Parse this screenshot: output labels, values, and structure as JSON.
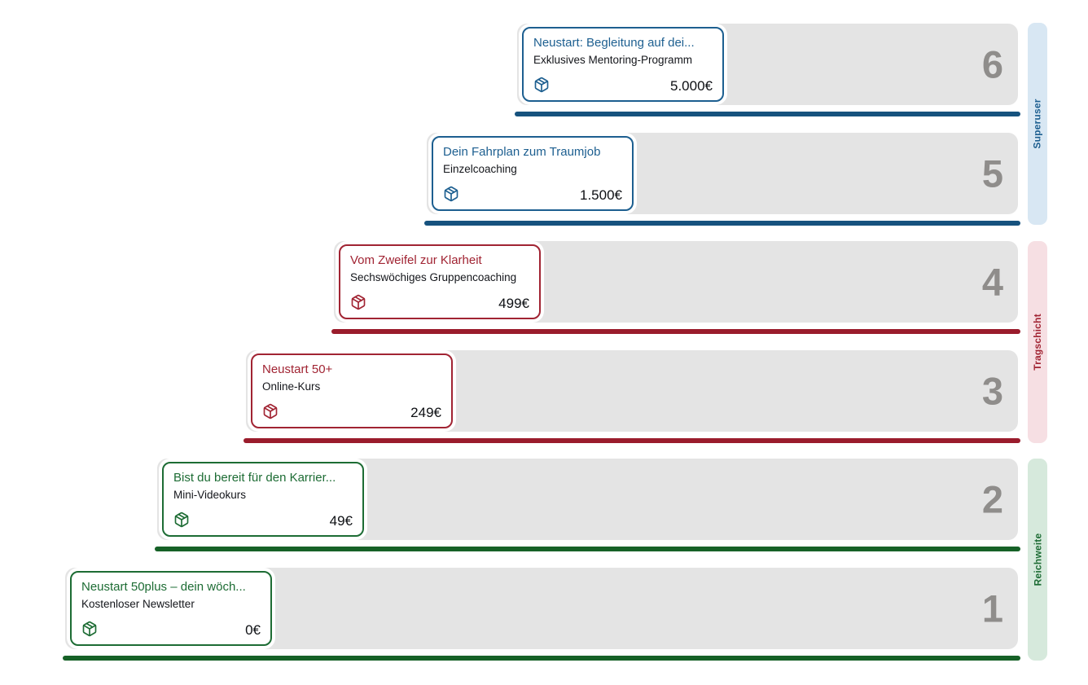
{
  "ladder": {
    "levels": [
      {
        "number": "6",
        "title": "Neustart: Begleitung auf dei...",
        "subtitle": "Exklusives Mentoring-Programm",
        "price": "5.000€",
        "icon": "package-icon",
        "group": "superuser"
      },
      {
        "number": "5",
        "title": "Dein Fahrplan zum Traumjob",
        "subtitle": "Einzelcoaching",
        "price": "1.500€",
        "icon": "package-icon",
        "group": "superuser"
      },
      {
        "number": "4",
        "title": "Vom Zweifel zur Klarheit",
        "subtitle": "Sechswöchiges Gruppencoaching",
        "price": "499€",
        "icon": "package-icon",
        "group": "tragschicht"
      },
      {
        "number": "3",
        "title": "Neustart 50+",
        "subtitle": "Online-Kurs",
        "price": "249€",
        "icon": "package-icon",
        "group": "tragschicht"
      },
      {
        "number": "2",
        "title": "Bist du bereit für den Karrier...",
        "subtitle": "Mini-Videokurs",
        "price": "49€",
        "icon": "package-icon",
        "group": "reichweite"
      },
      {
        "number": "1",
        "title": "Neustart 50plus – dein wöch...",
        "subtitle": "Kostenloser Newsletter",
        "price": "0€",
        "icon": "package-icon",
        "group": "reichweite"
      }
    ],
    "groups": {
      "superuser": {
        "label": "Superuser",
        "accent": "#1d5f90",
        "line": "#16527e",
        "strip_bg": "#d8e7f3"
      },
      "tragschicht": {
        "label": "Tragschicht",
        "accent": "#a12433",
        "line": "#9a1c2c",
        "strip_bg": "#f6dfe3"
      },
      "reichweite": {
        "label": "Reichweite",
        "accent": "#1d6c34",
        "line": "#166127",
        "strip_bg": "#d6e9dc"
      }
    },
    "colors": {
      "bar_bg": "#e4e4e4",
      "step_number": "#8f8d8b",
      "card_bg": "#ffffff",
      "subtitle_text": "#14161b",
      "price_text": "#0e1014"
    }
  }
}
